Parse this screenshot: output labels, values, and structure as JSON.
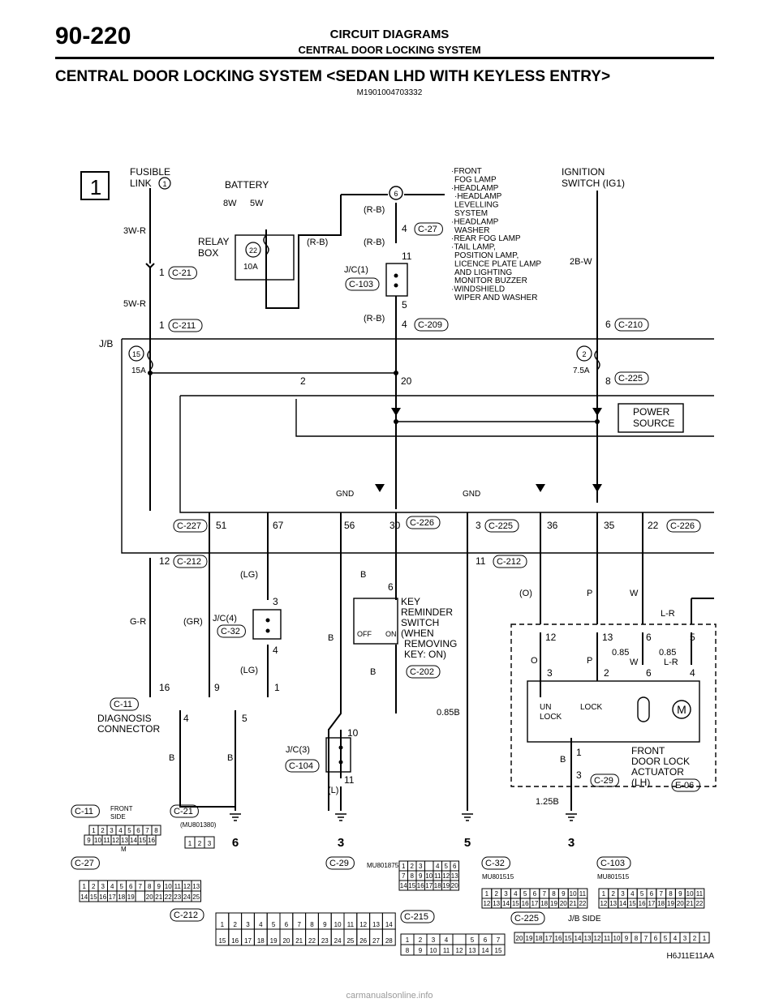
{
  "header": {
    "page_number": "90-220",
    "section": "CIRCUIT DIAGRAMS",
    "subsection": "CENTRAL DOOR LOCKING SYSTEM"
  },
  "diagram": {
    "title": "CENTRAL DOOR LOCKING SYSTEM <SEDAN LHD WITH KEYLESS ENTRY>",
    "code": "M1901004703332",
    "sheet": "1",
    "figure_id": "H6J11E11AA",
    "fusible_link": {
      "l1": "FUSIBLE",
      "l2": "LINK",
      "num": "1"
    },
    "battery": "BATTERY",
    "relay_box": {
      "l1": "RELAY",
      "l2": "BOX",
      "fuse": "22",
      "rating": "10A"
    },
    "ignition": {
      "l1": "IGNITION",
      "l2": "SWITCH (IG1)"
    },
    "front_loads": [
      "·FRONT",
      "FOG LAMP",
      "·HEADLAMP",
      "·HEADLAMP",
      "LEVELLING",
      "SYSTEM",
      "·HEADLAMP",
      "WASHER",
      "·REAR FOG LAMP",
      "·TAIL LAMP,",
      "POSITION LAMP,",
      "LICENCE PLATE LAMP",
      "AND LIGHTING",
      "MONITOR BUZZER",
      "·WINDSHIELD",
      "WIPER AND WASHER"
    ],
    "jb": {
      "label": "J/B",
      "fuse1": "15",
      "fuse1_rating": "15A",
      "fuse2": "2",
      "fuse2_rating": "7.5A"
    },
    "power_source": [
      "POWER",
      "SOURCE"
    ],
    "key_reminder": [
      "KEY",
      "REMINDER",
      "SWITCH",
      "(WHEN",
      "REMOVING",
      "KEY: ON)"
    ],
    "switch_states": [
      "OFF",
      "ON"
    ],
    "diagnosis": [
      "DIAGNOSIS",
      "CONNECTOR"
    ],
    "actuator": [
      "FRONT",
      "DOOR LOCK",
      "ACTUATOR",
      "(LH)"
    ],
    "actuator_states": [
      "UN",
      "LOCK",
      "LOCK"
    ],
    "motor": "M",
    "connector_tags": [
      "C-21",
      "C-211",
      "C-27",
      "C-103",
      "C-209",
      "C-210",
      "C-225",
      "C-227",
      "C-226",
      "C-225",
      "C-226",
      "C-212",
      "C-212",
      "C-32",
      "C-202",
      "C-11",
      "C-104",
      "C-29",
      "E-06"
    ],
    "junction_labels": [
      "J/C(1)",
      "J/C(4)",
      "J/C(3)"
    ],
    "wire_labels": [
      "3W-R",
      "5W-R",
      "8W",
      "5W",
      "(R-B)",
      "(R-B)",
      "(R-B)",
      "(R-B)",
      "2B-W",
      "G-R",
      "(GR)",
      "(LG)",
      "(LG)",
      "B",
      "B",
      "B",
      "B",
      "(L)",
      "B",
      "0.85B",
      "(O)",
      "P",
      "W",
      "L-R",
      "O",
      "P",
      "0.85",
      "W",
      "0.85",
      "L-R",
      "B",
      "1.25B"
    ],
    "ground_labels": [
      "GND",
      "GND"
    ],
    "ground_ids": [
      "6",
      "3",
      "5",
      "3"
    ],
    "pin_labels": [
      "1",
      "1",
      "4",
      "11",
      "J/C(1)",
      "5",
      "4",
      "6",
      "2",
      "20",
      "8",
      "51",
      "67",
      "56",
      "30",
      "3",
      "36",
      "35",
      "22",
      "12",
      "11",
      "6",
      "3",
      "4",
      "12",
      "13",
      "6",
      "5",
      "3",
      "2",
      "6",
      "4",
      "16",
      "9",
      "1",
      "4",
      "5",
      "10",
      "11",
      "1",
      "3"
    ],
    "views": {
      "c11": {
        "tag": "C-11",
        "caption": [
          "FRONT",
          "SIDE"
        ],
        "row1": [
          "1",
          "2",
          "3",
          "4",
          "5",
          "6",
          "7",
          "8"
        ],
        "row2": [
          "9",
          "10",
          "11",
          "12",
          "13",
          "14",
          "15",
          "16"
        ],
        "key": "M"
      },
      "c21": {
        "tag": "C-21",
        "part": "(MU801380)",
        "pins": [
          "1",
          "2",
          "3"
        ]
      },
      "c27": {
        "tag": "C-27",
        "row1": [
          "1",
          "2",
          "3",
          "4",
          "5",
          "6",
          "7",
          "8",
          "9",
          "10",
          "11",
          "12",
          "13"
        ],
        "row2": [
          "14",
          "15",
          "16",
          "17",
          "18",
          "19",
          "",
          "20",
          "21",
          "22",
          "23",
          "24",
          "25"
        ]
      },
      "c212": {
        "tag": "C-212",
        "row1": [
          "1",
          "2",
          "3",
          "4",
          "5",
          "6",
          "7",
          "8",
          "9",
          "10",
          "11",
          "12",
          "13",
          "14"
        ],
        "row2": [
          "15",
          "16",
          "17",
          "18",
          "19",
          "20",
          "21",
          "22",
          "23",
          "24",
          "25",
          "26",
          "27",
          "28"
        ]
      },
      "c29": {
        "tag": "C-29",
        "part": "MU801875",
        "row1": [
          "1",
          "2",
          "3",
          "",
          "4",
          "5",
          "6"
        ],
        "row2": [
          "7",
          "8",
          "9",
          "10",
          "11",
          "12",
          "13"
        ],
        "row3": [
          "14",
          "15",
          "16",
          "17",
          "18",
          "19",
          "20"
        ]
      },
      "c215": {
        "tag": "C-215",
        "row1": [
          "1",
          "2",
          "3",
          "4",
          "",
          "5",
          "6",
          "7"
        ],
        "row2": [
          "8",
          "9",
          "10",
          "11",
          "12",
          "13",
          "14",
          "15"
        ]
      },
      "c32": {
        "tag": "C-32",
        "part": "MU801515",
        "row1": [
          "1",
          "2",
          "3",
          "4",
          "5",
          "6",
          "7",
          "8",
          "9",
          "10",
          "11"
        ],
        "row2": [
          "12",
          "13",
          "14",
          "15",
          "16",
          "17",
          "18",
          "19",
          "20",
          "21",
          "22"
        ]
      },
      "c103": {
        "tag": "C-103",
        "part": "MU801515",
        "row1": [
          "1",
          "2",
          "3",
          "4",
          "5",
          "6",
          "7",
          "8",
          "9",
          "10",
          "11"
        ],
        "row2": [
          "12",
          "13",
          "14",
          "15",
          "16",
          "17",
          "18",
          "19",
          "20",
          "21",
          "22"
        ]
      },
      "c225": {
        "tag": "C-225",
        "caption": "J/B SIDE",
        "pins": [
          "20",
          "19",
          "18",
          "17",
          "16",
          "15",
          "14",
          "13",
          "12",
          "11",
          "10",
          "9",
          "8",
          "7",
          "6",
          "5",
          "4",
          "3",
          "2",
          "1"
        ]
      }
    }
  },
  "watermark": "carmanualsonline.info"
}
